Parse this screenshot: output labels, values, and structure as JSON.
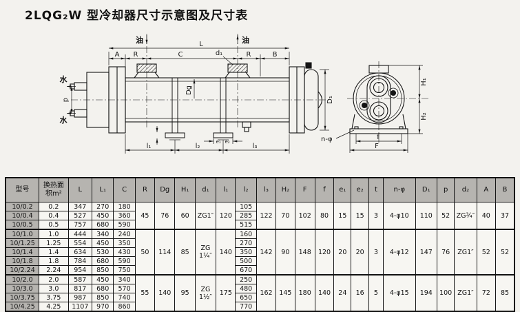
{
  "title": "2LQG₂W 型冷却器尺寸示意图及尺寸表",
  "drawing": {
    "labels": {
      "oil_left": "油",
      "oil_right": "油",
      "water_top": "水",
      "water_bottom": "水",
      "L": "L",
      "A": "A",
      "R_left": "R",
      "C": "C",
      "d1": "d₁",
      "R_right": "R",
      "B": "B",
      "Dg": "Dg",
      "D1": "D₁",
      "p": "p",
      "l1": "l₁",
      "l2": "l₂",
      "l3": "l₃",
      "e1": "e₁",
      "e2": "e₂",
      "H1": "H₁",
      "H2": "H₂",
      "f": "f",
      "F": "F",
      "n_phi": "n-φ"
    }
  },
  "table": {
    "headers": [
      "型号",
      "换热面\n积m²",
      "L",
      "L₁",
      "C",
      "R",
      "Dg",
      "H₁",
      "d₁",
      "l₁",
      "l₂",
      "l₃",
      "H₂",
      "F",
      "f",
      "e₁",
      "e₂",
      "t",
      "n-φ",
      "D₁",
      "p",
      "d₂",
      "A",
      "B"
    ],
    "groups": [
      {
        "rows": [
          {
            "model": "10/0.2",
            "area": "0.2",
            "L": "347",
            "L1": "270",
            "C": "180",
            "l2": "105"
          },
          {
            "model": "10/0.4",
            "area": "0.4",
            "L": "527",
            "L1": "450",
            "C": "360",
            "l2": "285"
          },
          {
            "model": "10/0.5",
            "area": "0.5",
            "L": "757",
            "L1": "680",
            "C": "590",
            "l2": "515"
          }
        ],
        "shared": {
          "R": "45",
          "Dg": "76",
          "H1": "60",
          "d1": "ZG1″",
          "l1": "120",
          "l3": "122",
          "H2": "70",
          "F": "102",
          "f": "80",
          "e1": "15",
          "e2": "15",
          "t": "3",
          "nphi": "4-φ10",
          "D1": "110",
          "p": "52",
          "d2": "ZG¾″",
          "A": "40",
          "B": "37"
        }
      },
      {
        "rows": [
          {
            "model": "10/1.0",
            "area": "1.0",
            "L": "444",
            "L1": "340",
            "C": "240",
            "l2": "160"
          },
          {
            "model": "10/1.25",
            "area": "1.25",
            "L": "554",
            "L1": "450",
            "C": "350",
            "l2": "270"
          },
          {
            "model": "10/1.4",
            "area": "1.4",
            "L": "634",
            "L1": "530",
            "C": "430",
            "l2": "350"
          },
          {
            "model": "10/1.8",
            "area": "1.8",
            "L": "784",
            "L1": "680",
            "C": "590",
            "l2": "500"
          },
          {
            "model": "10/2.24",
            "area": "2.24",
            "L": "954",
            "L1": "850",
            "C": "750",
            "l2": "670"
          }
        ],
        "shared": {
          "R": "50",
          "Dg": "114",
          "H1": "85",
          "d1": "ZG\n1¼″",
          "l1": "140",
          "l3": "142",
          "H2": "90",
          "F": "148",
          "f": "120",
          "e1": "20",
          "e2": "20",
          "t": "3",
          "nphi": "4-φ12",
          "D1": "147",
          "p": "76",
          "d2": "ZG1″",
          "A": "52",
          "B": "52"
        }
      },
      {
        "rows": [
          {
            "model": "10/2.0",
            "area": "2.0",
            "L": "587",
            "L1": "450",
            "C": "340",
            "l2": "250"
          },
          {
            "model": "10/3.0",
            "area": "3.0",
            "L": "817",
            "L1": "680",
            "C": "570",
            "l2": "480"
          },
          {
            "model": "10/3.75",
            "area": "3.75",
            "L": "987",
            "L1": "850",
            "C": "740",
            "l2": "650"
          },
          {
            "model": "10/4.25",
            "area": "4.25",
            "L": "1107",
            "L1": "970",
            "C": "860",
            "l2": "770"
          }
        ],
        "shared": {
          "R": "55",
          "Dg": "140",
          "H1": "95",
          "d1": "ZG\n1½″",
          "l1": "175",
          "l3": "162",
          "H2": "145",
          "F": "180",
          "f": "140",
          "e1": "24",
          "e2": "16",
          "t": "5",
          "nphi": "4-φ15",
          "D1": "194",
          "p": "100",
          "d2": "ZG1″",
          "A": "72",
          "B": "85"
        }
      }
    ]
  }
}
